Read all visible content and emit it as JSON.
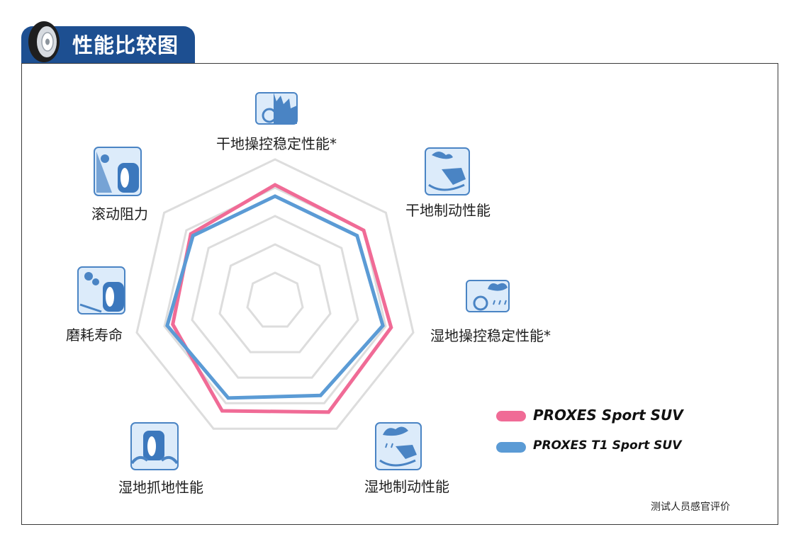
{
  "header": {
    "title": "性能比较图"
  },
  "chart_data": {
    "type": "radar",
    "axes": [
      {
        "label": "干地操控稳定性能*",
        "icon": "steering-wheel-dry-icon"
      },
      {
        "label": "干地制动性能",
        "icon": "brake-pedal-dry-icon"
      },
      {
        "label": "湿地操控稳定性能*",
        "icon": "steering-wheel-rain-icon"
      },
      {
        "label": "湿地制动性能",
        "icon": "brake-pedal-rain-icon"
      },
      {
        "label": "湿地抓地性能",
        "icon": "tire-water-splash-icon"
      },
      {
        "label": "磨耗寿命",
        "icon": "tire-wear-icon"
      },
      {
        "label": "滚动阻力",
        "icon": "tire-rolling-icon"
      }
    ],
    "rings": 5,
    "range": [
      0,
      5
    ],
    "series": [
      {
        "name": "PROXES Sport SUV",
        "color": "#f06b96",
        "values": [
          4.1,
          4.0,
          4.2,
          4.35,
          4.3,
          3.7,
          3.8
        ]
      },
      {
        "name": "PROXES T1 Sport SUV",
        "color": "#5b9bd5",
        "values": [
          3.7,
          3.7,
          3.9,
          3.7,
          3.8,
          3.9,
          3.7
        ]
      }
    ],
    "grid": true,
    "legend": "bottom-right"
  },
  "footnote": "测试人员感官评价",
  "colors": {
    "header_bg": "#1d4f91",
    "grid": "#dddddd",
    "icon_stroke": "#4a84c4",
    "icon_fill": "#dcebfa"
  }
}
